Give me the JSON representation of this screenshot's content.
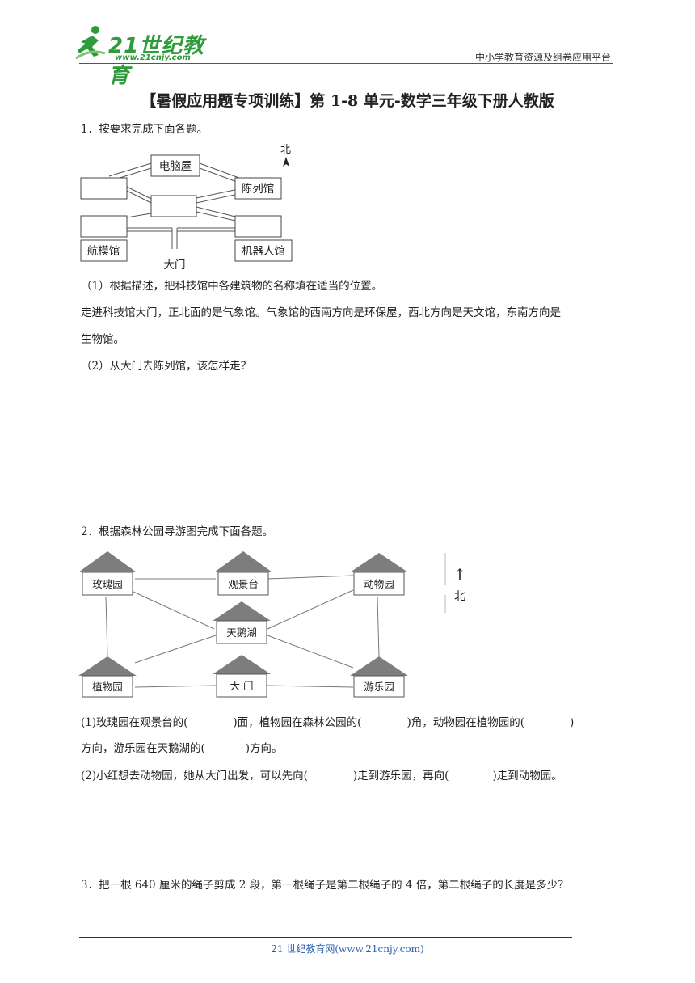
{
  "header": {
    "logo_text": "21世纪教育",
    "logo_url": "www.21cnjy.com",
    "right_text": "中小学教育资源及组卷应用平台"
  },
  "title": "【暑假应用题专项训练】第 1-8 单元-数学三年级下册人教版",
  "q1": {
    "stem": "1．按要求完成下面各题。",
    "map": {
      "labels": {
        "computer": "电脑屋",
        "exhibit": "陈列馆",
        "aviation": "航模馆",
        "robot": "机器人馆",
        "gate": "大门",
        "north": "北"
      }
    },
    "part1": "（1）根据描述，把科技馆中各建筑物的名称填在适当的位置。",
    "desc_line1": "走进科技馆大门，正北面的是气象馆。气象馆的西南方向是环保屋，西北方向是天文馆，东南方向是",
    "desc_line2": "生物馆。",
    "part2": "（2）从大门去陈列馆，该怎样走？"
  },
  "q2": {
    "stem": "2．根据森林公园导游图完成下面各题。",
    "map": {
      "labels": {
        "rose": "玫瑰园",
        "view": "观景台",
        "zoo": "动物园",
        "swan": "天鹅湖",
        "plant": "植物园",
        "gate": "大 门",
        "park": "游乐园",
        "north": "北",
        "arrow": "↑"
      }
    },
    "p1_line1_a": "(1)玫瑰园在观景台的(",
    "p1_line1_b": ")面，植物园在森林公园的(",
    "p1_line1_c": ")角，动物园在植物园的(",
    "p1_line1_d": ")",
    "p1_line2_a": "方向，游乐园在天鹅湖的(",
    "p1_line2_b": ")方向。",
    "p2_a": "(2)小红想去动物园，她从大门出发，可以先向(",
    "p2_b": ")走到游乐园，再向(",
    "p2_c": ")走到动物园。"
  },
  "q3": {
    "stem": "3．把一根 640 厘米的绳子剪成 2 段，第一根绳子是第二根绳子的 4 倍，第二根绳子的长度是多少？"
  },
  "footer": {
    "text": "21 世纪教育网(www.21cnjy.com)"
  }
}
